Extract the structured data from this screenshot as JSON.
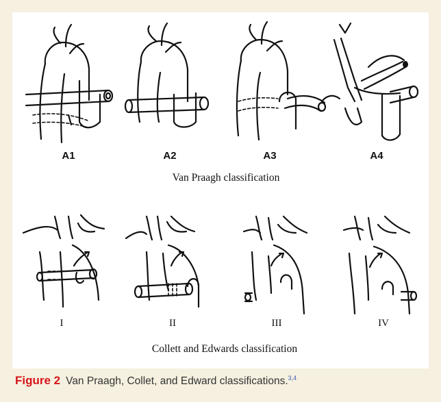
{
  "figure": {
    "label": "Figure 2",
    "caption": "Van Praagh, Collet, and Edward classifications.",
    "references": "3,4"
  },
  "van_praagh": {
    "title": "Van Praagh classification",
    "types": [
      "A1",
      "A2",
      "A3",
      "A4"
    ]
  },
  "collett_edwards": {
    "title": "Collett and Edwards classification",
    "types": [
      "I",
      "II",
      "III",
      "IV"
    ]
  }
}
